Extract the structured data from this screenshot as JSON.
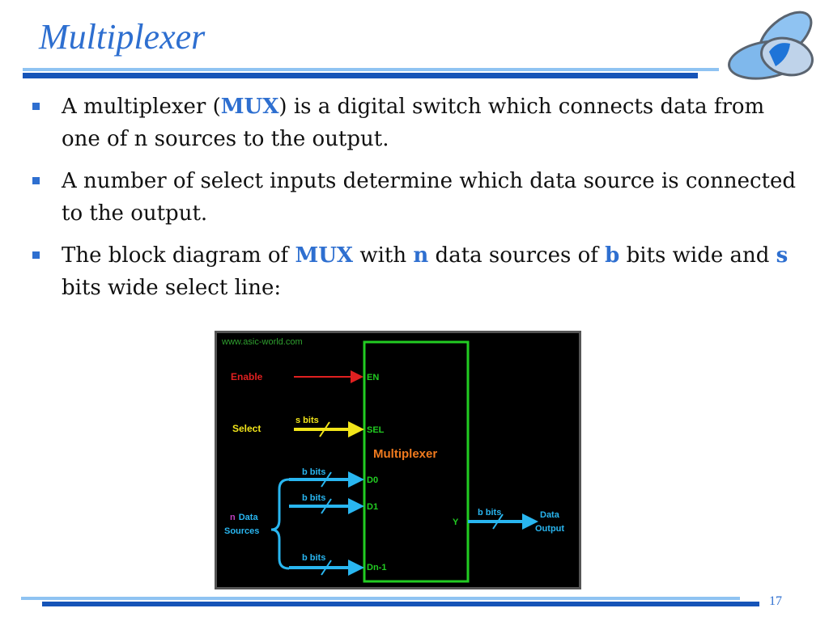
{
  "slide": {
    "title": "Multiplexer",
    "page_number": "17",
    "logo_icon": "overlapping-ellipses-logo",
    "accent_color": "#2E6FD0"
  },
  "bullets": [
    {
      "parts": [
        "A multiplexer (",
        "MUX",
        ") is a digital switch which connects data from one of n sources to the output."
      ]
    },
    {
      "text": "A number of select inputs determine which data source is connected to the output."
    },
    {
      "parts": [
        "The block diagram of ",
        "MUX",
        " with ",
        "n",
        " data sources of ",
        "b",
        " bits wide and ",
        "s",
        " bits wide select line:"
      ]
    }
  ],
  "diagram": {
    "watermark": "www.asic-world.com",
    "block_title": "Multiplexer",
    "enable_label": "Enable",
    "select_label": "Select",
    "select_width": "s bits",
    "data_width": "b bits",
    "sources_n": "n",
    "sources_label_1": "Data",
    "sources_label_2": "Sources",
    "ports": {
      "en": "EN",
      "sel": "SEL",
      "d0": "D0",
      "d1": "D1",
      "dn": "Dn-1",
      "y": "Y"
    },
    "output_width": "b bits",
    "output_label_1": "Data",
    "output_label_2": "Output",
    "colors": {
      "enable": "#E02020",
      "select": "#F2E51A",
      "data": "#29B6F0",
      "block": "#22CC22",
      "title": "#F07A1E",
      "sources_n": "#C040C0"
    }
  }
}
